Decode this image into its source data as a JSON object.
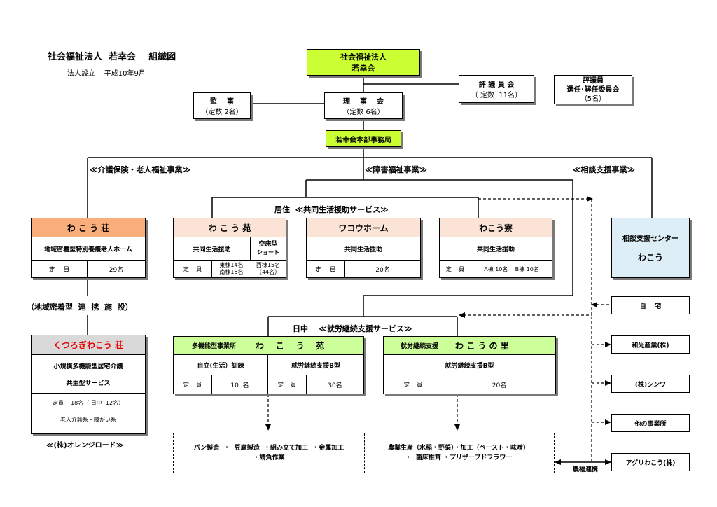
{
  "header": {
    "title": "社会福祉法人  若幸会    組織図",
    "established": "法人設立    平成10年9月"
  },
  "top": {
    "corp_line1": "社会福祉法人",
    "corp_line2": "若幸会"
  },
  "hyogiinkai": {
    "title": "評 議 員 会",
    "sub": "（ 定数  11名）"
  },
  "senkai": {
    "line1": "評議員",
    "line2": "選任･解任委員会",
    "line3": "（5名）"
  },
  "kanji": {
    "title": "監    事",
    "sub": "（定数  2名）"
  },
  "rijikai": {
    "title": "理    事    会",
    "sub": "（定数  6名）"
  },
  "honbu": {
    "label": "若幸会本部事務局"
  },
  "sections": {
    "kaigo": "≪介護保険・老人福祉事業≫",
    "shogai": "≪障害福祉事業≫",
    "sodan": "≪相談支援事業≫",
    "kyoju": "居住  ≪共同生活援助サービス≫",
    "nicchu": "日中    ≪就労継続支援サービス≫",
    "chiiki": "（地域密着型  連  携  施  設）"
  },
  "wakoso": {
    "title": "わ こ う 荘",
    "type": "地域密着型特別養護老人ホーム",
    "cap_label": "定    員",
    "cap_value": "29名"
  },
  "wakoen": {
    "title": "わ こ う 苑",
    "service": "共同生活援助",
    "short1": "空床型",
    "short2": "ショート",
    "cap_label": "定    員",
    "cap_a": "東棟14名",
    "cap_b": "南棟15名",
    "cap_c": "西棟15名",
    "cap_d": "（44名）"
  },
  "wakohome": {
    "title": "ワコウホーム",
    "service": "共同生活援助",
    "cap_label": "定    員",
    "cap_value": "20名"
  },
  "wakoryo": {
    "title": "わこう寮",
    "service": "共同生活援助",
    "cap_label": "定    員",
    "cap_value": "A棟 10名    B棟 10名"
  },
  "sodan_center": {
    "line1": "相談支援センター",
    "line2": "わこう"
  },
  "kutsurogi": {
    "title": "くつろぎわこう 荘",
    "line1": "小規模多機能型居宅介護",
    "line2": "共生型サービス",
    "cap": "定員    18名（ 日中  12名）",
    "target": "老人介護系・障がい系",
    "operator": "≪(株)オレンジロード≫"
  },
  "tanoken": {
    "kind": "多機能型事業所",
    "name": "わ    こ    う    苑",
    "svc_a": "自立(生活）訓練",
    "svc_b": "就労継続支援B型",
    "cap_label_a": "定    員",
    "cap_a": "10  名",
    "cap_label_b": "定    員",
    "cap_b": "30名"
  },
  "sato": {
    "kind": "就労継続支援",
    "name": "わ こ う の 里",
    "svc": "就労継続支援B型",
    "cap_label": "定    員",
    "cap": "20名"
  },
  "work": {
    "left1": "パン製造  ・  豆腐製造  ・組み立て加工  ・金属加工",
    "left2": "・請負作業",
    "right1": "農業生産（水稲・野菜）・加工（ペースト・味噌）",
    "right2": "・  菌床椎茸 ・プリザーブドフラワー"
  },
  "external": {
    "jitaku": "自    宅",
    "wako_sangyo": "和光産業(株)",
    "shinwa": "(株)シンワ",
    "other": "他の事業所",
    "aguri": "アグリわこう(株)",
    "nofuku": "農福連携"
  },
  "colors": {
    "green": "#ccff33",
    "orange": "#f9ae7c",
    "peach": "#fbe4d5",
    "lightgreen": "#ccff99",
    "lightblue": "#ddeef6",
    "grey": "#d9d9d9",
    "red": "#e60000"
  }
}
